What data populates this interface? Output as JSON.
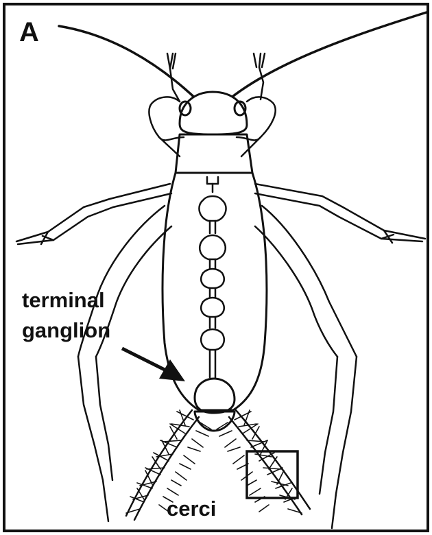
{
  "figure": {
    "panel_letter": "A",
    "labels": {
      "terminal_line1": "terminal",
      "terminal_line2": "ganglion",
      "cerci": "cerci"
    },
    "colors": {
      "ink": "#111111",
      "paper": "#ffffff"
    }
  }
}
